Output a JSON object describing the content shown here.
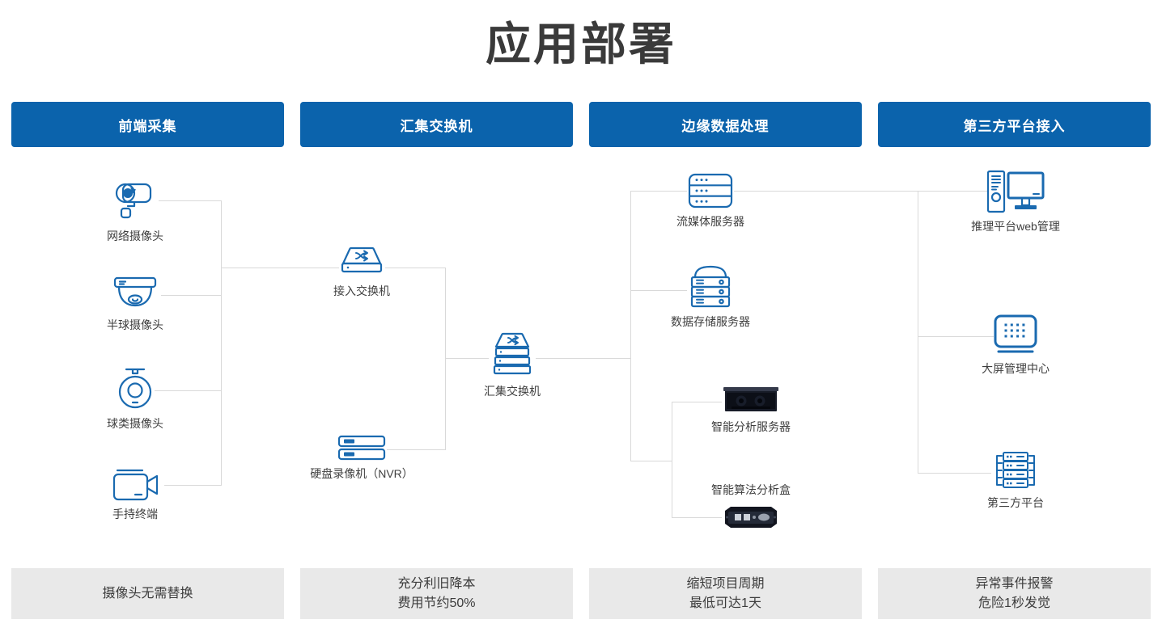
{
  "page": {
    "title": "应用部署"
  },
  "columns": [
    {
      "header": "前端采集",
      "footer": {
        "line1": "摄像头无需替换",
        "line2": ""
      }
    },
    {
      "header": "汇集交换机",
      "footer": {
        "line1": "充分利旧降本",
        "line2": "费用节约50%"
      }
    },
    {
      "header": "边缘数据处理",
      "footer": {
        "line1": "缩短项目周期",
        "line2": "最低可达1天"
      }
    },
    {
      "header": "第三方平台接入",
      "footer": {
        "line1": "异常事件报警",
        "line2": "危险1秒发觉"
      }
    }
  ],
  "nodes": {
    "network_camera": "网络摄像头",
    "dome_camera": "半球摄像头",
    "ball_camera": "球类摄像头",
    "handheld_terminal": "手持终端",
    "access_switch": "接入交换机",
    "nvr": "硬盘录像机（NVR）",
    "agg_switch": "汇集交换机",
    "streaming_server": "流媒体服务器",
    "storage_server": "数据存储服务器",
    "analysis_server": "智能分析服务器",
    "analysis_box": "智能算法分析盒",
    "web_mgmt": "推理平台web管理",
    "big_screen": "大屏管理中心",
    "third_party": "第三方平台"
  },
  "colors": {
    "header_bg": "#0b63ac",
    "icon_blue": "#1a6ab0",
    "line_color": "#d9d9d9",
    "footer_bg": "#e9e9e9",
    "title_color": "#3a3a3a"
  }
}
